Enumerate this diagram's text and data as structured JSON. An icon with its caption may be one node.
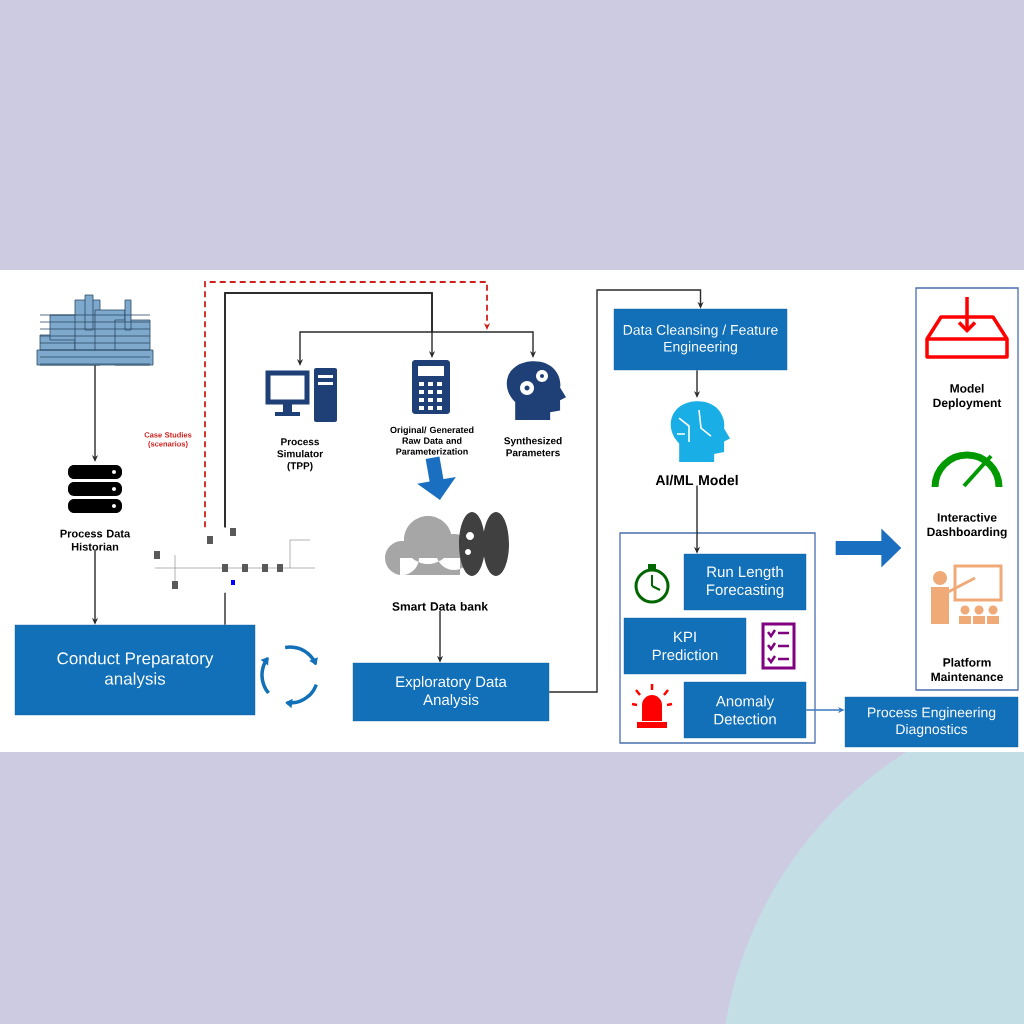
{
  "diagram": {
    "nodes": [
      {
        "text": [],
        "shape": "picture"
      },
      {
        "text": [
          "Process Data Historian"
        ]
      },
      {
        "text": [
          "Conduct Preparatory analysis"
        ]
      },
      {
        "text": [],
        "shape": "picture"
      },
      {
        "text": [
          "Process Simulator (TPP)"
        ]
      },
      {
        "text": [
          "Original/ Generated Raw Data and Parameterization"
        ]
      },
      {
        "text": [
          "Synthesized Parameters"
        ]
      },
      {
        "text": [
          "Smart Data bank"
        ]
      },
      {
        "text": [
          "Exploratory Data Analysis"
        ]
      },
      {
        "text": [
          "Data Cleansing / Feature Engineering"
        ]
      },
      {
        "text": [
          "AI/ML Model"
        ]
      },
      {
        "text": [],
        "shape": "box"
      },
      {
        "text": [
          "Run Length Forecasting"
        ],
        "in": 11
      },
      {
        "text": [
          "KPI Prediction"
        ],
        "in": 11
      },
      {
        "text": [
          "Anomaly Detection"
        ],
        "in": 11
      },
      {
        "text": [],
        "shape": "box"
      },
      {
        "text": [
          "Model Deployment"
        ],
        "in": 15
      },
      {
        "text": [
          "Interactive Dashboarding"
        ],
        "in": 15
      },
      {
        "text": [
          "Platform Maintenance"
        ],
        "in": 15
      },
      {
        "text": [
          "Process Engineering Diagnostics"
        ]
      }
    ],
    "edges": [
      {
        "from": 0,
        "to": 1,
        "arrow": "to"
      },
      {
        "from": 1,
        "to": 2,
        "arrow": "to"
      },
      {
        "from": 2,
        "to": 3,
        "arrow": "none"
      },
      {
        "from": 3,
        "to": 4,
        "arrow": "to"
      },
      {
        "from": 3,
        "to": 5,
        "arrow": "to"
      },
      {
        "from": 3,
        "to": 6,
        "arrow": "to"
      },
      {
        "from": 3,
        "to": null,
        "arrow": "to",
        "style": "dashed",
        "color": "#d0201c",
        "label": "Case Studies (scenarios)"
      },
      {
        "from": 5,
        "to": 7,
        "arrow": "to",
        "style": "thick",
        "color": "#1a6fc0"
      },
      {
        "from": 7,
        "to": 8,
        "arrow": "to"
      },
      {
        "from": 8,
        "to": 9,
        "arrow": "to"
      },
      {
        "from": 9,
        "to": 10,
        "arrow": "to"
      },
      {
        "from": 10,
        "to": 12,
        "arrow": "to"
      },
      {
        "from": 11,
        "to": 15,
        "arrow": "to",
        "style": "thick",
        "color": "#1a6fc0"
      },
      {
        "from": 14,
        "to": 19,
        "arrow": "to",
        "color": "#3a78c0"
      }
    ]
  }
}
